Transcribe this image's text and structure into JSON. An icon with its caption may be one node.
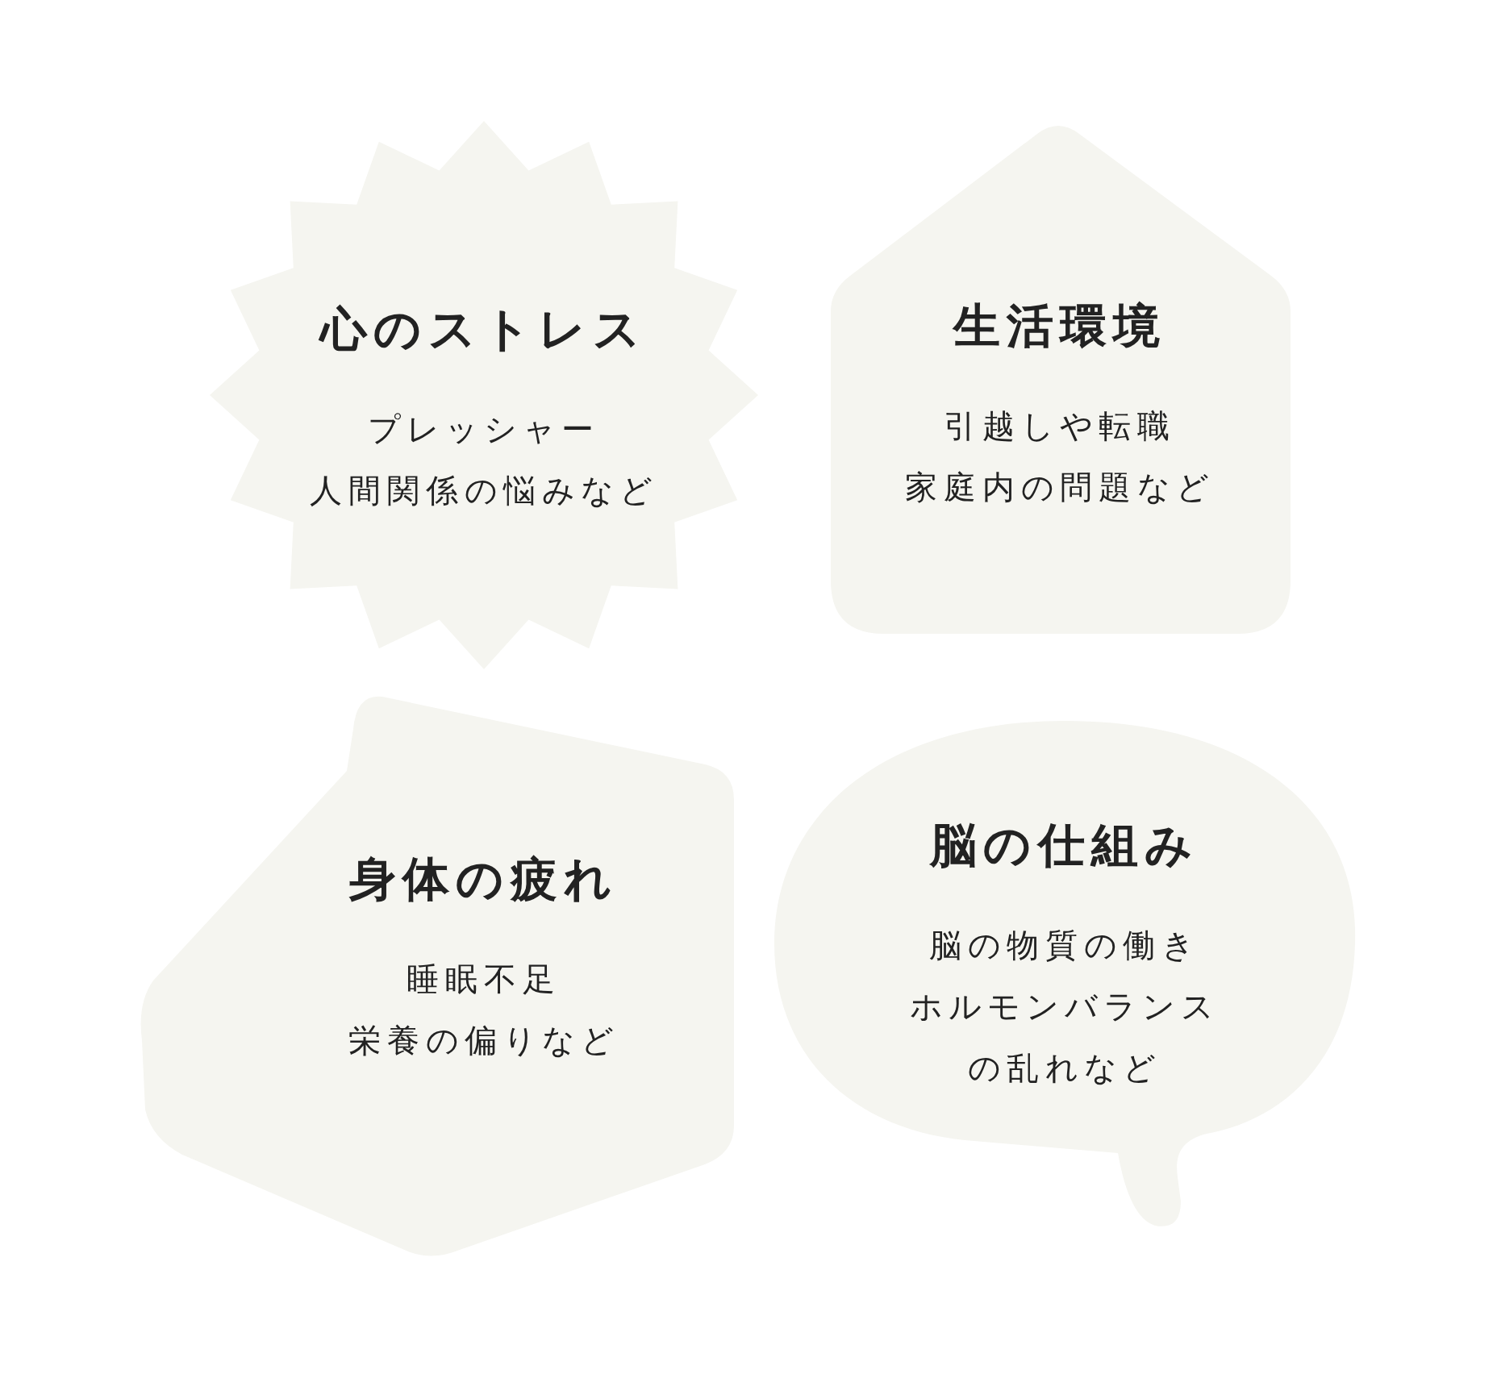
{
  "diagram": {
    "nodes": [
      {
        "text": [
          "心のストレス",
          "プレッシャー",
          "人間関係の悩みなど"
        ]
      },
      {
        "text": [
          "生活環境",
          "引越しや転職",
          "家庭内の問題など"
        ]
      },
      {
        "text": [
          "身体の疲れ",
          "睡眠不足",
          "栄養の偏りなど"
        ]
      },
      {
        "text": [
          "脳の仕組み",
          "脳の物質の働き",
          "ホルモンバランスの乱れなど"
        ]
      }
    ]
  }
}
